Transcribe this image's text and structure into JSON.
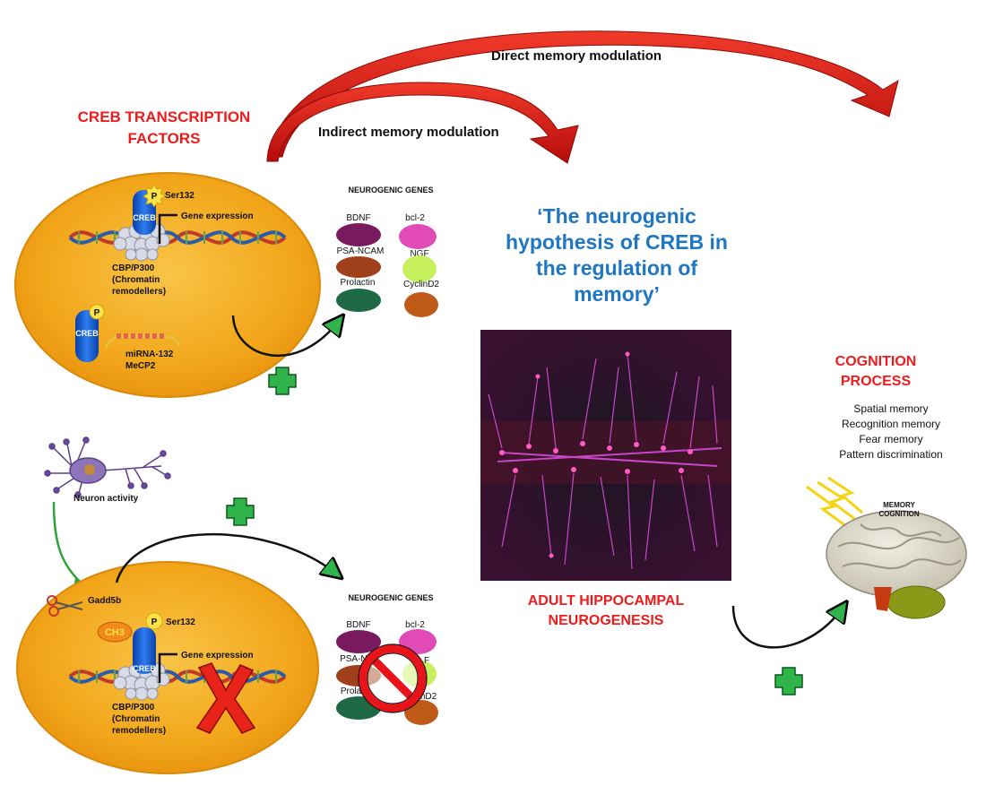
{
  "arrows": {
    "direct_label": "Direct  memory  modulation",
    "indirect_label": "Indirect  memory  modulation"
  },
  "creb_factors": {
    "line1": "CREB TRANSCRIPTION",
    "line2": "FACTORS"
  },
  "hypothesis": {
    "line1": "‘The neurogenic",
    "line2": "hypothesis of CREB in",
    "line3": "the regulation of",
    "line4": "memory’"
  },
  "cell_top": {
    "ser": "Ser132",
    "p": "P",
    "creb": "CREB",
    "gene_expression": "Gene expression",
    "cbp1": "CBP/P300",
    "cbp2": "(Chromatin",
    "cbp3": "remodellers)",
    "p2": "P",
    "creb2": "CREB",
    "mirna": "miRNA-132",
    "mecp2": "MeCP2"
  },
  "genes_top": {
    "header": "NEUROGENIC GENES",
    "bdnf": "BDNF",
    "bcl2": "bcl-2",
    "psa": "PSA-NCAM",
    "ngf": "NGF",
    "prolactin": "Prolactin",
    "cyclind2": "CyclinD2"
  },
  "neuron": {
    "label": "Neuron activity"
  },
  "cell_bottom": {
    "gadd": "Gadd5b",
    "ch3": "CH3",
    "p": "P",
    "ser": "Ser132",
    "creb": "CREB",
    "gene_expression": "Gene expression",
    "cbp1": "CBP/P300",
    "cbp2": "(Chromatin",
    "cbp3": "remodellers)"
  },
  "genes_bottom": {
    "header": "NEUROGENIC GENES",
    "bdnf": "BDNF",
    "bcl2": "bcl-2",
    "psa": "PSA-NC",
    "ngf": "F",
    "prolactin": "Prolac",
    "cyclind2": "nD2"
  },
  "neurogenesis": {
    "line1": "ADULT HIPPOCAMPAL",
    "line2": "NEUROGENESIS"
  },
  "cognition": {
    "title1": "COGNITION",
    "title2": "PROCESS",
    "items": [
      "Spatial memory",
      "Recognition memory",
      "Fear memory",
      "Pattern discrimination"
    ]
  },
  "brain": {
    "line1": "MEMORY",
    "line2": "COGNITION"
  },
  "colors": {
    "red_title": "#ee1c1c",
    "blue_title": "#1f76c2",
    "cell_fill": "#f2a61a",
    "cell_edge": "#e28e0c",
    "arrow_red": "#d9120f",
    "plus_green": "#2fb34a"
  }
}
